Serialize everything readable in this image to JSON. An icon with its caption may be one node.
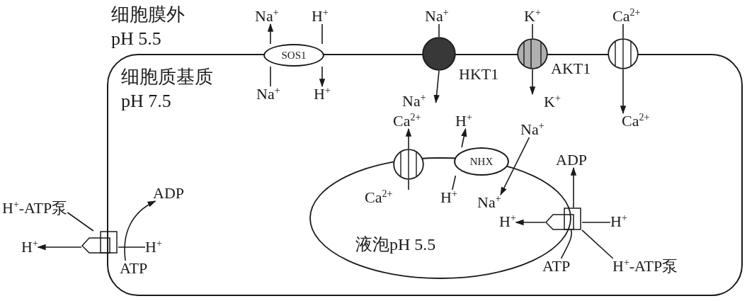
{
  "diagram": {
    "nodes": [
      {
        "text": [
          "细胞质基质 pH 7.5"
        ]
      },
      {
        "text": [
          "液泡pH 5.5"
        ],
        "in": 0
      },
      {
        "text": [
          "SOS1"
        ]
      },
      {
        "text": [],
        "shape": "circle",
        "beside": [
          "HKT1"
        ]
      },
      {
        "text": [],
        "shape": "circle",
        "beside": [
          "AKT1"
        ]
      },
      {
        "text": [],
        "shape": "circle"
      },
      {
        "text": [],
        "shape": "circle",
        "in": 0
      },
      {
        "text": [
          "NHX"
        ],
        "in": 0
      },
      {
        "text": [],
        "shape": "box"
      },
      {
        "text": [],
        "shape": "box",
        "in": 0
      },
      {
        "text": [
          "Na$^{+}$"
        ]
      },
      {
        "text": [
          "H$^{+}$"
        ]
      },
      {
        "text": [
          "Na$^{+}$"
        ],
        "in": 0
      },
      {
        "text": [
          "H$^{+}$"
        ],
        "in": 0
      },
      {
        "text": [
          "Na$^{+}$"
        ]
      },
      {
        "text": [
          "K$^{+}$"
        ]
      },
      {
        "text": [
          "K$^{+}$"
        ],
        "in": 0
      },
      {
        "text": [
          "Ca$^{2+}$"
        ]
      },
      {
        "text": [
          "Ca$^{2+}$"
        ],
        "in": 0
      },
      {
        "text": [
          "Ca$^{2+}$"
        ],
        "in": 0
      },
      {
        "text": [
          "H$^{+}$"
        ],
        "in": 0
      },
      {
        "text": [
          "Na$^{+}$"
        ],
        "in": 0
      },
      {
        "text": [
          "Ca$^{2+}$"
        ],
        "in": 1
      },
      {
        "text": [
          "H$^{+}$"
        ],
        "in": 1
      },
      {
        "text": [
          "Na$^{+}$"
        ],
        "in": 1
      },
      {
        "text": [
          "ADP"
        ],
        "in": 0
      },
      {
        "text": [
          "H$^{+}$"
        ],
        "in": 1
      },
      {
        "text": [
          "H$^{+}$"
        ],
        "in": 0
      },
      {
        "text": [
          "ATP"
        ],
        "in": 0
      },
      {
        "text": [
          "H$^{+}$-ATP泵"
        ],
        "in": 0
      },
      {
        "text": [
          "H$^{+}$-ATP泵"
        ]
      },
      {
        "text": [
          "ADP"
        ],
        "in": 0
      },
      {
        "text": [
          "H$^{+}$"
        ]
      },
      {
        "text": [
          "H$^{+}$"
        ],
        "in": 0
      },
      {
        "text": [
          "ATP"
        ],
        "in": 0
      },
      {
        "text": [
          "Na$^{+}$"
        ],
        "in": 0
      }
    ],
    "edges": [
      {
        "from": 12,
        "to": 2,
        "arrow": "none"
      },
      {
        "from": 2,
        "to": 10,
        "arrow": "to"
      },
      {
        "from": 11,
        "to": 2,
        "arrow": "none"
      },
      {
        "from": 2,
        "to": 13,
        "arrow": "to"
      },
      {
        "from": 14,
        "to": 3,
        "arrow": "none"
      },
      {
        "from": 3,
        "to": 35,
        "arrow": "to"
      },
      {
        "from": 15,
        "to": 4,
        "arrow": "none"
      },
      {
        "from": 4,
        "to": 16,
        "arrow": "to"
      },
      {
        "from": 17,
        "to": 5,
        "arrow": "none"
      },
      {
        "from": 5,
        "to": 18,
        "arrow": "to"
      },
      {
        "from": 22,
        "to": 6,
        "arrow": "none"
      },
      {
        "from": 6,
        "to": 19,
        "arrow": "to"
      },
      {
        "from": 23,
        "to": 7,
        "arrow": "none"
      },
      {
        "from": 7,
        "to": 20,
        "arrow": "to"
      },
      {
        "from": 21,
        "to": 24,
        "arrow": "to"
      },
      {
        "from": 27,
        "to": 9,
        "arrow": "none"
      },
      {
        "from": 9,
        "to": 26,
        "arrow": "to"
      },
      {
        "from": 28,
        "to": 9,
        "arrow": "none"
      },
      {
        "from": 9,
        "to": 25,
        "arrow": "to"
      },
      {
        "from": 29,
        "to": 9,
        "arrow": "none"
      },
      {
        "from": 33,
        "to": 8,
        "arrow": "none"
      },
      {
        "from": 8,
        "to": 32,
        "arrow": "to"
      },
      {
        "from": 34,
        "to": 31,
        "arrow": "to"
      },
      {
        "from": 30,
        "to": 8,
        "arrow": "none"
      }
    ],
    "labels": [
      "细胞膜外 pH 5.5"
    ]
  }
}
